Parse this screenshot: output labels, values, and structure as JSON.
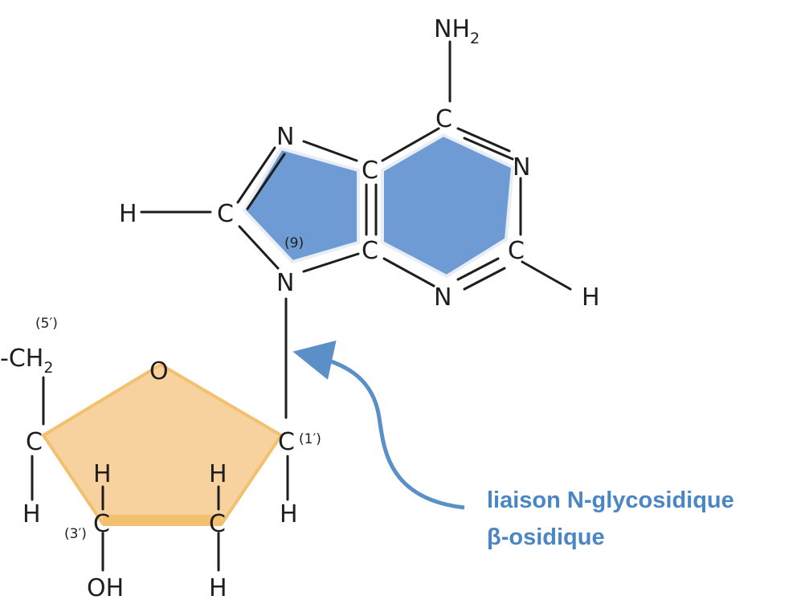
{
  "colors": {
    "purine_fill": "#6f9bd4",
    "sugar_fill": "#f8d29e",
    "sugar_edge": "#f3c070",
    "arrow": "#5b8fc7",
    "caption": "#4a86c6",
    "bonds": "#1e1e1e"
  },
  "purine": {
    "nh2": "NH",
    "nh2_sub": "2",
    "c6": "C",
    "n1": "N",
    "c2": "C",
    "h2": "H",
    "n3": "N",
    "c4": "C",
    "c5": "C",
    "n7": "N",
    "c8": "C",
    "h8": "H",
    "n9": "N",
    "n9_num": "(9)"
  },
  "sugar": {
    "c5_num": "(5′)",
    "ch2_dash": "-",
    "ch2": "CH",
    "ch2_sub": "2",
    "o": "O",
    "c4": "C",
    "c1": "C",
    "c1_num": "(1′)",
    "c3": "C",
    "c3_num": "(3′)",
    "c2": "C",
    "h_c4": "H",
    "h_c1": "H",
    "h_c3_top": "H",
    "h_c2_top": "H",
    "oh": "OH",
    "h_c2_bottom": "H"
  },
  "annotation": {
    "line1": "liaison N-glycosidique",
    "line2": "β-osidique"
  }
}
